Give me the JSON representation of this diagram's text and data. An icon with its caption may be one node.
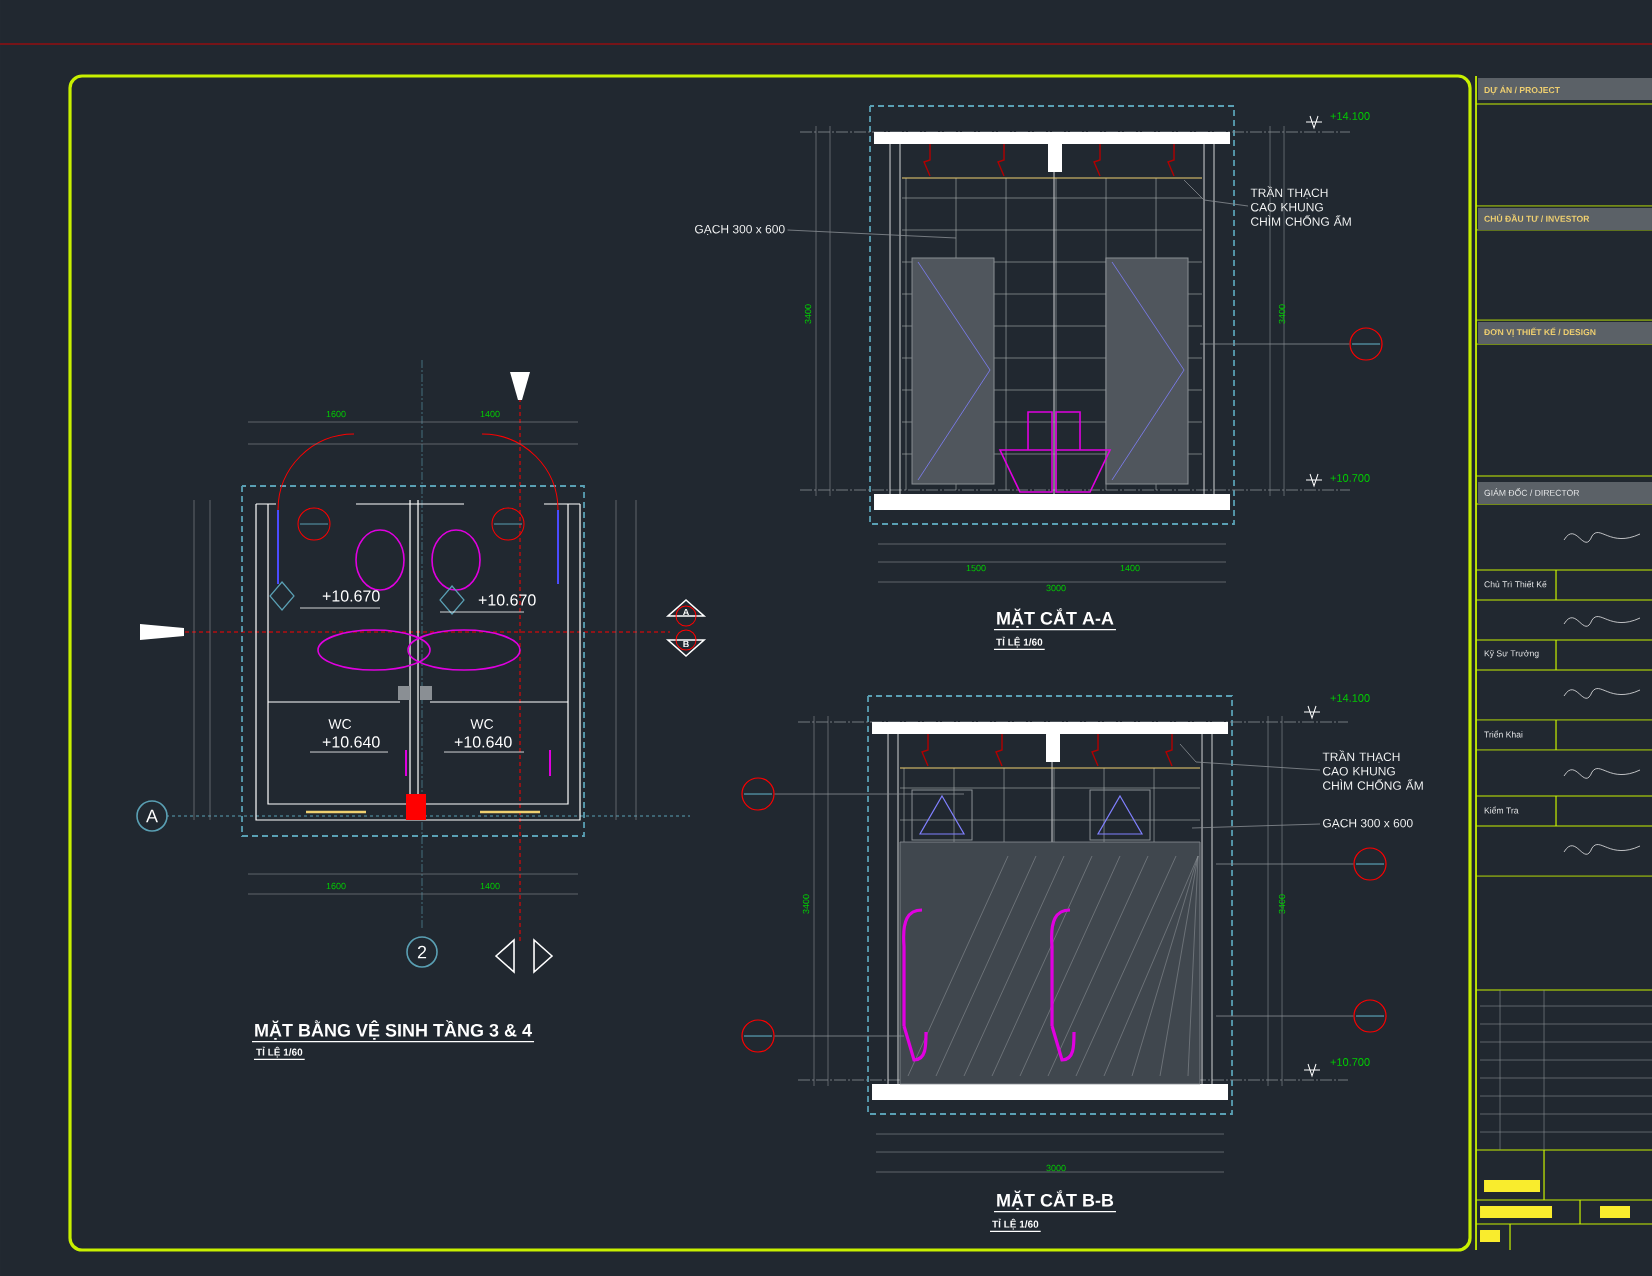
{
  "diagram": {
    "nodes": [
      {
        "text": [
          "TRẦN THẠCH CAO KHUNG CHÌM CHỐNG ẨM"
        ]
      },
      {
        "text": [
          "GẠCH 300 x 600"
        ]
      },
      {
        "text": [
          "TRẦN THẠCH CAO KHUNG CHÌM CHỐNG ẨM"
        ]
      },
      {
        "text": [
          "GẠCH 300 x 600"
        ]
      },
      {
        "text": [
          "A"
        ]
      },
      {
        "text": [
          "2"
        ]
      },
      {
        "text": [],
        "shape": "circle"
      },
      {
        "text": [],
        "shape": "circle"
      },
      {
        "text": [],
        "shape": "circle"
      },
      {
        "text": [],
        "shape": "circle"
      },
      {
        "text": [],
        "shape": "circle"
      }
    ],
    "edges": [
      {
        "from": 0,
        "to": null,
        "arrow": "none"
      },
      {
        "from": 1,
        "to": null,
        "arrow": "none"
      },
      {
        "from": 2,
        "to": null,
        "arrow": "none"
      },
      {
        "from": 3,
        "to": null,
        "arrow": "none"
      },
      {
        "from": 6,
        "to": null,
        "arrow": "none"
      },
      {
        "from": 7,
        "to": null,
        "arrow": "none"
      },
      {
        "from": 8,
        "to": null,
        "arrow": "none"
      },
      {
        "from": 9,
        "to": null,
        "arrow": "none"
      },
      {
        "from": 10,
        "to": null,
        "arrow": "none"
      }
    ],
    "labels": [
      "MẶT BẰNG VỆ SINH TẦNG 3 & 4",
      "TỈ LỆ 1/60",
      "MẶT CẮT A-A",
      "TỈ LỆ 1/60",
      "MẶT CẮT B-B",
      "TỈ LỆ 1/60",
      "WC",
      "WC",
      "+10.670",
      "+10.670",
      "+10.640",
      "+10.640",
      "+14.100",
      "+10.700",
      "+14.100",
      "+10.700",
      "1600",
      "1400",
      "1600",
      "1400",
      "3400",
      "3400",
      "3400",
      "3400",
      "3000",
      "3000",
      "1500",
      "1400",
      "DỰ ÁN / PROJECT",
      "CHỦ ĐẦU TƯ / INVESTOR",
      "ĐƠN VỊ THIẾT KẾ / DESIGN",
      "GIÁM ĐỐC / DIRECTOR",
      "Chủ Trì Thiết Kế",
      "Kỹ Sư Trưởng",
      "Triển Khai",
      "Kiểm Tra",
      "A",
      "B"
    ]
  }
}
